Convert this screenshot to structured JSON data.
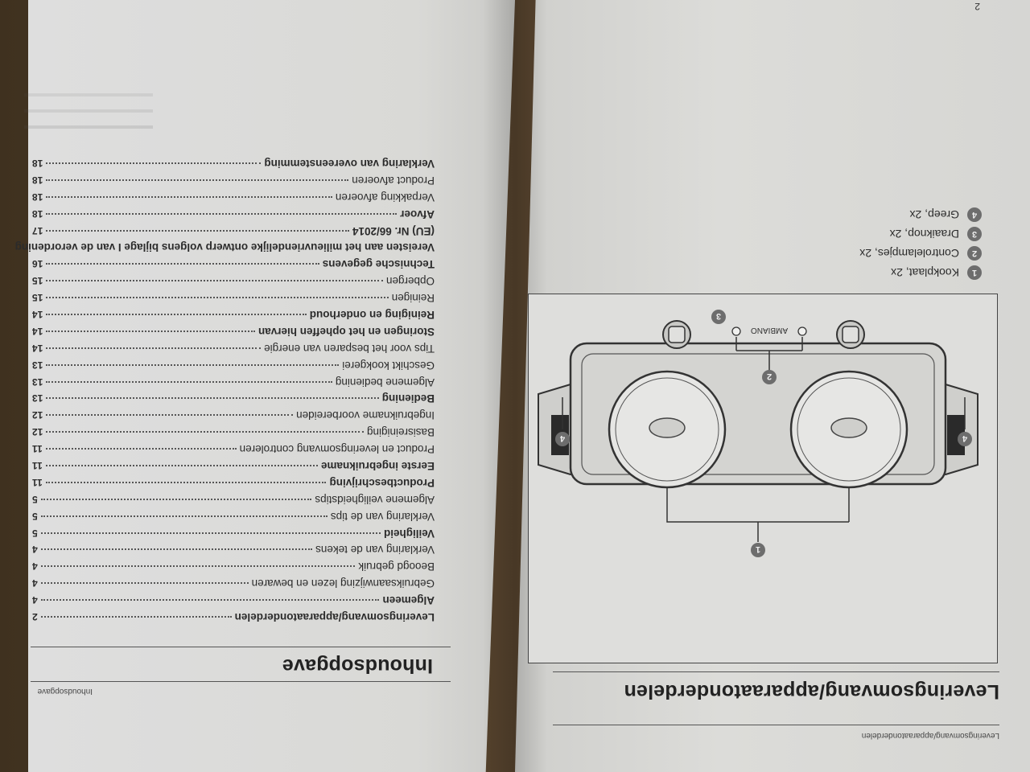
{
  "left_page": {
    "running_head": "Leveringsomvang/apparaatonderdelen",
    "heading": "Leveringsomvang/apparaatonderdelen",
    "diagram": {
      "brand_label": "AMBIANO",
      "callouts": [
        "1",
        "2",
        "3",
        "4",
        "4"
      ]
    },
    "legend": [
      {
        "num": "1",
        "label": "Kookplaat, 2x"
      },
      {
        "num": "2",
        "label": "Controlelampjes, 2x"
      },
      {
        "num": "3",
        "label": "Draaiknop, 2x"
      },
      {
        "num": "4",
        "label": "Greep, 2x"
      }
    ],
    "page_number": "2"
  },
  "right_page": {
    "running_head": "Inhoudsopgave",
    "heading": "Inhoudsopgave",
    "toc": [
      {
        "label": "Leveringsomvang/apparaatonderdelen",
        "page": "2",
        "bold": true
      },
      {
        "label": "Algemeen",
        "page": "4",
        "bold": true
      },
      {
        "label": "Gebruiksaanwijzing lezen en bewaren",
        "page": "4",
        "bold": false
      },
      {
        "label": "Beoogd gebruik",
        "page": "4",
        "bold": false
      },
      {
        "label": "Verklaring van de tekens",
        "page": "4",
        "bold": false
      },
      {
        "label": "Veiligheid",
        "page": "5",
        "bold": true
      },
      {
        "label": "Verklaring van de tips",
        "page": "5",
        "bold": false
      },
      {
        "label": "Algemene veiligheidstips",
        "page": "5",
        "bold": false
      },
      {
        "label": "Productbeschrijving",
        "page": "11",
        "bold": true
      },
      {
        "label": "Eerste ingebruikname",
        "page": "11",
        "bold": true
      },
      {
        "label": "Product en leveringsomvang controleren",
        "page": "11",
        "bold": false
      },
      {
        "label": "Basisreiniging",
        "page": "12",
        "bold": false
      },
      {
        "label": "Ingebruikname voorbereiden",
        "page": "12",
        "bold": false
      },
      {
        "label": "Bediening",
        "page": "13",
        "bold": true
      },
      {
        "label": "Algemene bediening",
        "page": "13",
        "bold": false
      },
      {
        "label": "Geschikt kookgerei",
        "page": "13",
        "bold": false
      },
      {
        "label": "Tips voor het besparen van energie",
        "page": "14",
        "bold": false
      },
      {
        "label": "Storingen en het opheffen hiervan",
        "page": "14",
        "bold": true
      },
      {
        "label": "Reiniging en onderhoud",
        "page": "14",
        "bold": true
      },
      {
        "label": "Reinigen",
        "page": "15",
        "bold": false
      },
      {
        "label": "Opbergen",
        "page": "15",
        "bold": false
      },
      {
        "label": "Technische gegevens",
        "page": "16",
        "bold": true
      },
      {
        "label": "Vereisten aan het milieuvriendelijke ontwerp volgens bijlage I van de verordening",
        "page": "",
        "bold": true
      },
      {
        "label": "(EU) Nr. 66/2014",
        "page": "17",
        "bold": true
      },
      {
        "label": "Afvoer",
        "page": "18",
        "bold": true
      },
      {
        "label": "Verpakking afvoeren",
        "page": "18",
        "bold": false
      },
      {
        "label": "Product afvoeren",
        "page": "18",
        "bold": false
      },
      {
        "label": "Verklaring van overeenstemming",
        "page": "18",
        "bold": true
      }
    ]
  }
}
